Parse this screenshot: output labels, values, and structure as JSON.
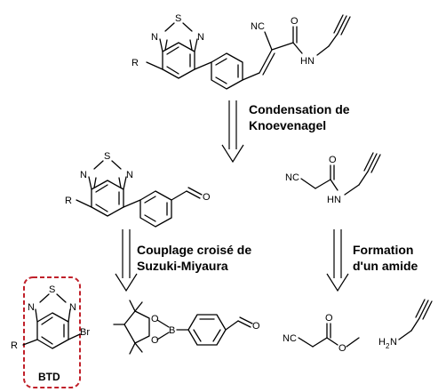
{
  "steps": {
    "condensation": {
      "line1": "Condensation de",
      "line2": "Knoevenagel"
    },
    "suzuki": {
      "line1": "Couplage croisé de",
      "line2": "Suzuki-Miyaura"
    },
    "amide": {
      "line1": "Formation",
      "line2": "d'un amide"
    }
  },
  "highlight": {
    "label": "BTD",
    "color": "#c0202a"
  },
  "atoms": {
    "N": "N",
    "S": "S",
    "R": "R",
    "Br": "Br",
    "O": "O",
    "B": "B",
    "H": "H",
    "NC": "NC",
    "HN": "HN",
    "H2N_sub": "2",
    "H2N_N": "N"
  }
}
